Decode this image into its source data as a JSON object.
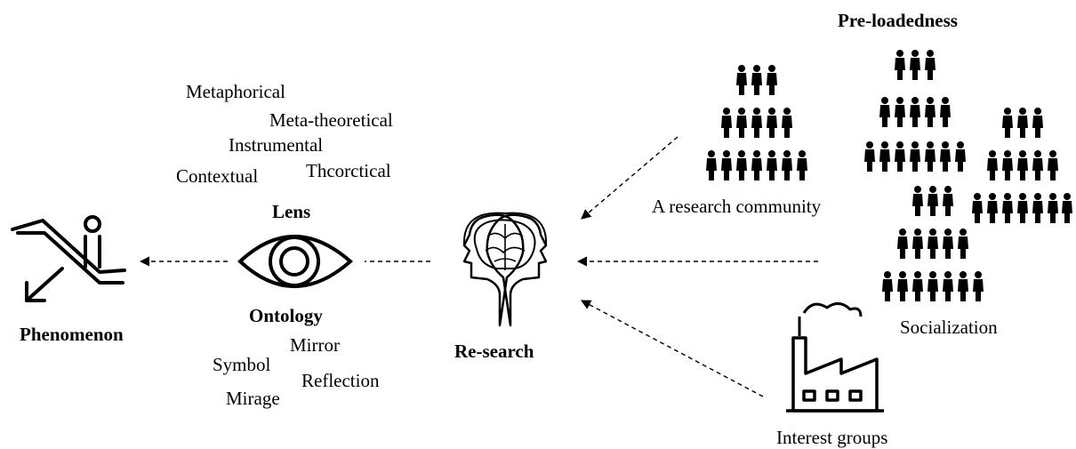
{
  "heading": "Pre-loadedness",
  "nodes": {
    "phenomenon": "Phenomenon",
    "lens": "Lens",
    "ontology": "Ontology",
    "research": "Re-search"
  },
  "lens_types": [
    "Metaphorical",
    "Meta-theoretical",
    "Instrumental",
    "Contextual",
    "Thcorctical"
  ],
  "ontology_types": [
    "Mirror",
    "Symbol",
    "Reflection",
    "Mirage"
  ],
  "sources": {
    "community": "A research community",
    "socialization": "Socialization",
    "interest_groups": "Interest groups"
  },
  "icons": [
    "escalator-person-icon",
    "eye-icon",
    "heads-brain-icon",
    "people-crowd-icon",
    "factory-icon"
  ]
}
